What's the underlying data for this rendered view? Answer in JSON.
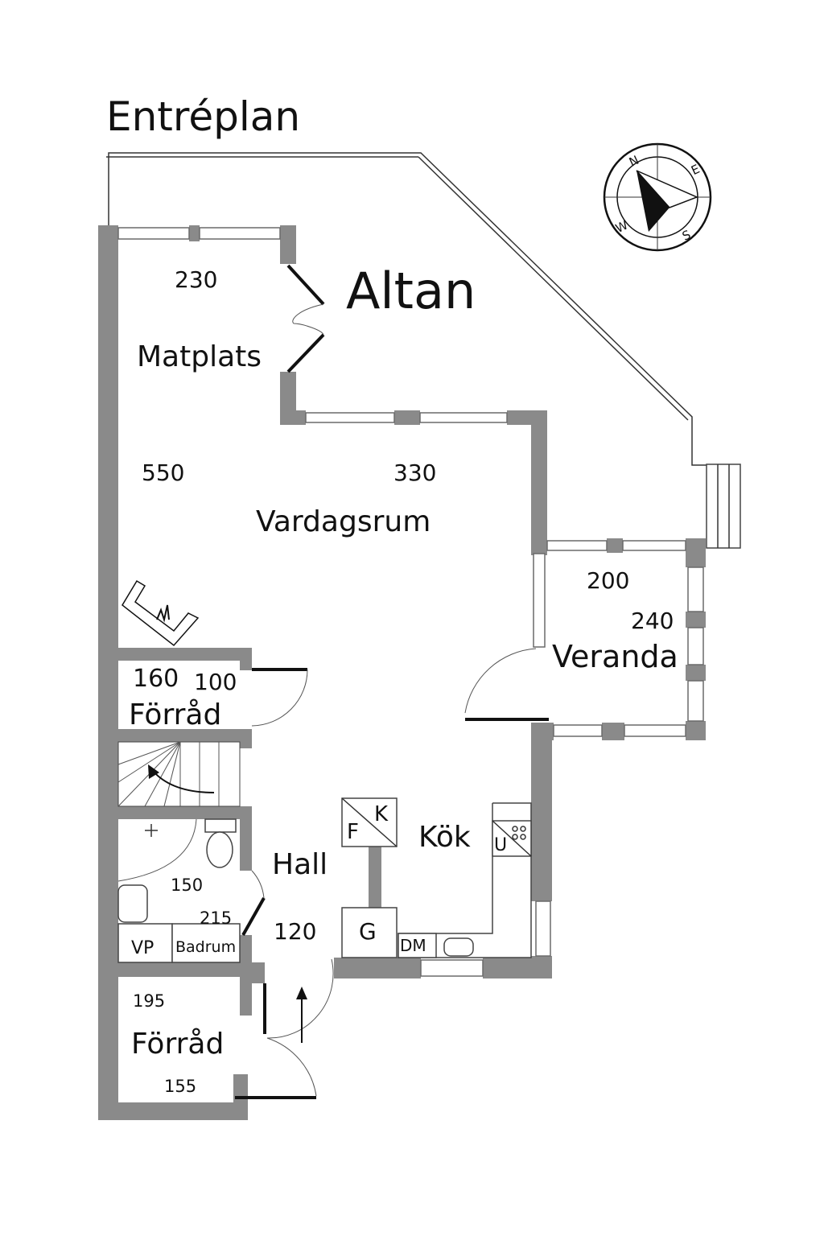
{
  "title": "Entréplan",
  "compass": {
    "n": "N",
    "e": "E",
    "s": "S",
    "w": "W"
  },
  "rooms": {
    "altan": "Altan",
    "matplats": "Matplats",
    "vardagsrum": "Vardagsrum",
    "veranda": "Veranda",
    "forrad_upper": "Förråd",
    "hall": "Hall",
    "kok": "Kök",
    "badrum": "Badrum",
    "forrad_lower": "Förråd"
  },
  "dimensions": {
    "matplats_width": "230",
    "vardagsrum_depth": "550",
    "vardagsrum_width": "330",
    "veranda_width": "200",
    "veranda_depth": "240",
    "forrad_upper_w": "160",
    "forrad_upper_d": "100",
    "badrum_w": "150",
    "badrum_d": "215",
    "hall_w": "120",
    "forrad_lower_d": "195",
    "forrad_lower_w": "155"
  },
  "fixtures": {
    "fridge": "F",
    "freezer": "K",
    "stove": "U",
    "storage": "G",
    "dishwasher": "DM",
    "water_heater": "VP"
  }
}
